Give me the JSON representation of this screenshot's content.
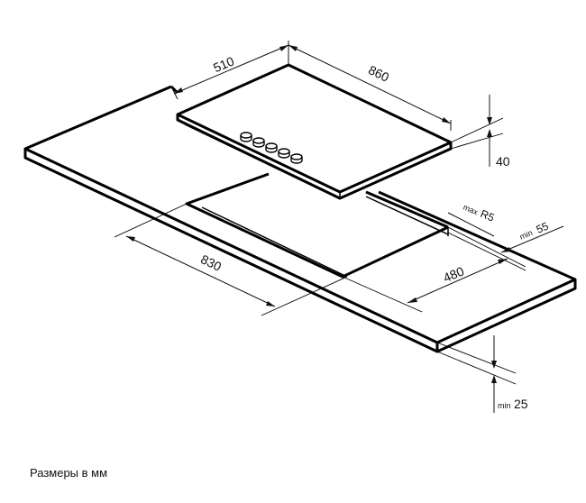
{
  "caption": "Размеры в мм",
  "dimensions": {
    "hob_depth": "510",
    "hob_width": "860",
    "hob_height": "40",
    "corner_radius_prefix": "max",
    "corner_radius_value": "R5",
    "edge_offset_prefix": "min",
    "edge_offset_value": "55",
    "cutout_width": "830",
    "cutout_depth": "480",
    "counter_thickness_prefix": "min",
    "counter_thickness_value": "25"
  },
  "burner_count": 5
}
